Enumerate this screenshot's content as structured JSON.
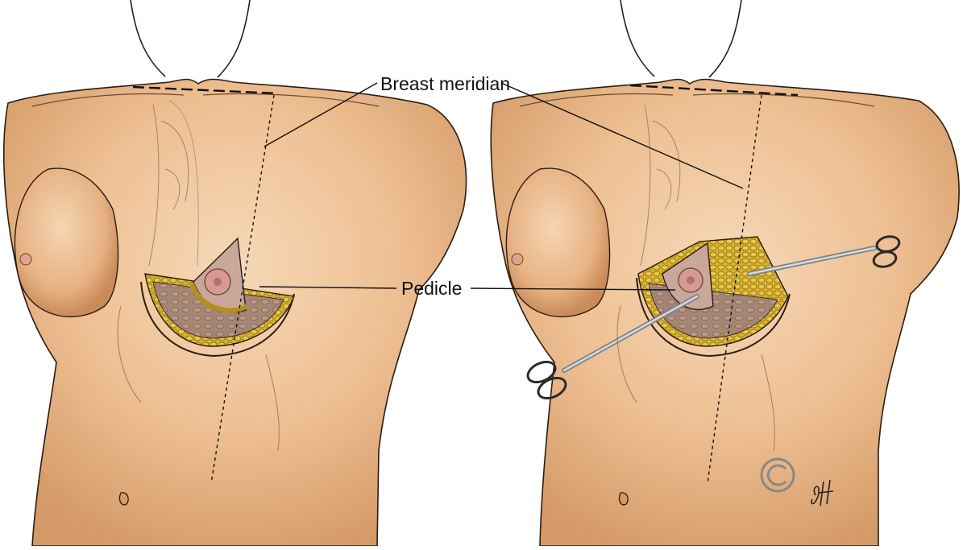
{
  "labels": {
    "breast_meridian": "Breast meridian",
    "pedicle": "Pedicle"
  },
  "colors": {
    "skin": "#f0c79d",
    "skin_shadow": "#c98f5e",
    "dermis": "#9c7e6c",
    "fat": "#d8b12e",
    "areola": "#c48a82",
    "outline": "#2a1d12",
    "instrument": "#b8bcc2",
    "leader_line": "#111111"
  },
  "panels": [
    {
      "id": "left",
      "icons": [
        "torso",
        "breast-meridian-line",
        "pedicle-flap",
        "resected-wedge"
      ]
    },
    {
      "id": "right",
      "icons": [
        "torso",
        "breast-meridian-line",
        "pedicle-flap",
        "retractor-clamp",
        "scissors-handle"
      ]
    }
  ],
  "marks": [
    "copyright-icon",
    "artist-signature-icon"
  ]
}
